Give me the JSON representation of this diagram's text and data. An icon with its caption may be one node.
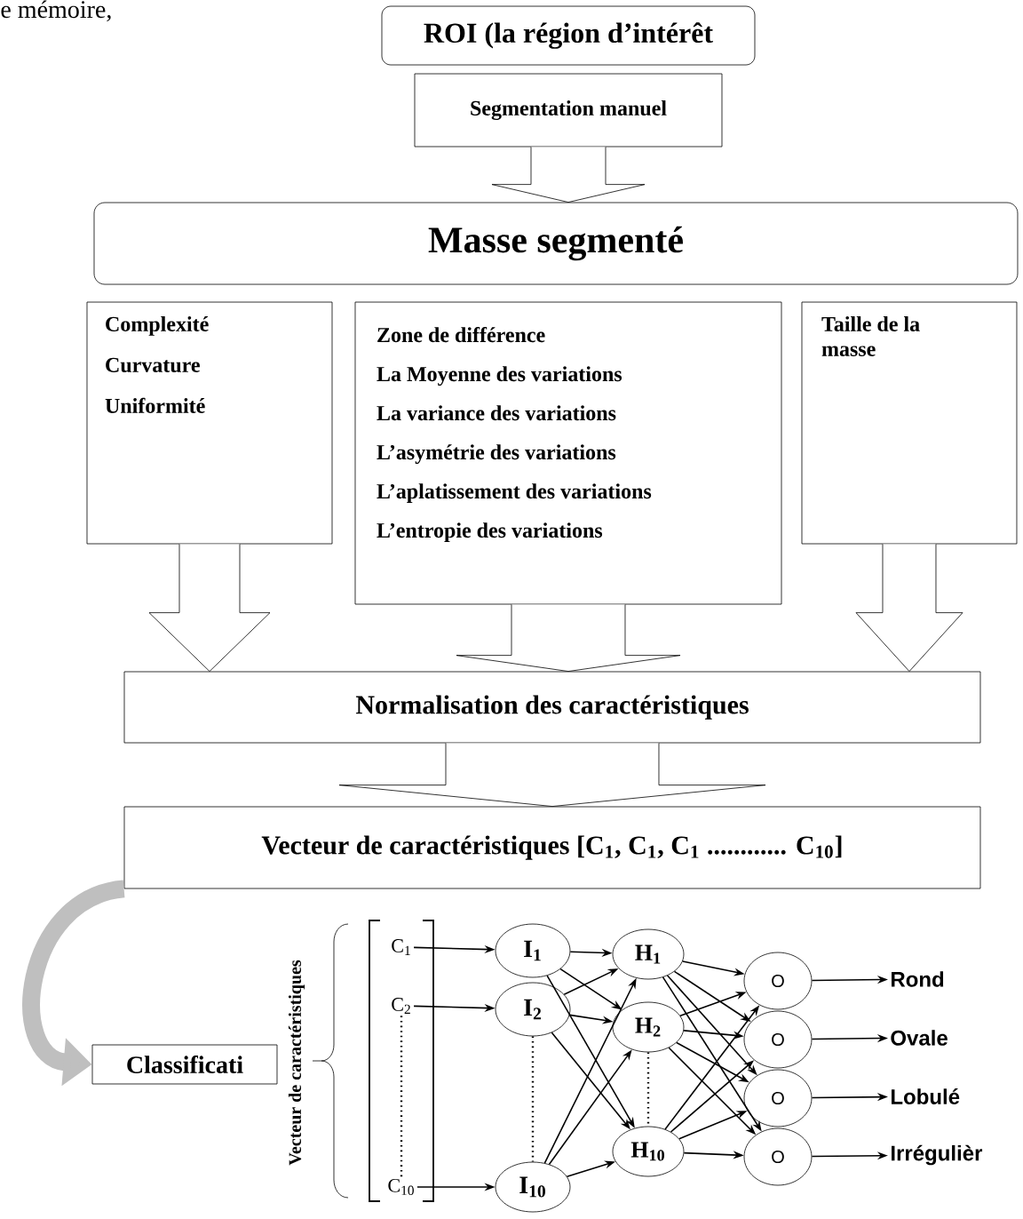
{
  "diagram": {
    "nodes": [
      {
        "text": [
          "ROI (la région d’intérêt"
        ]
      },
      {
        "text": [
          "Segmentation manuel"
        ]
      },
      {
        "text": [
          "Masse segmenté"
        ]
      },
      {
        "text": [
          "Complexité",
          "Curvature",
          "Uniformité"
        ]
      },
      {
        "text": [
          "Zone de différence",
          "La Moyenne des variations",
          "La variance des variations",
          "L’asymétrie des variations",
          "L’aplatissement des variations",
          "L’entropie des variations"
        ]
      },
      {
        "text": [
          "Taille de la masse"
        ]
      },
      {
        "text": [
          "Normalisation des caractéristiques"
        ]
      },
      {
        "text": [
          "Vecteur de caractéristiques [C$_{1}$, C$_{1}$, C$_{1}$ ............ C$_{10}$]"
        ]
      },
      {
        "text": [
          "Classificati"
        ]
      },
      {
        "text": [
          "C$_{1}$"
        ]
      },
      {
        "text": [
          "C$_{2}$"
        ]
      },
      {
        "text": [
          "C$_{10}$"
        ]
      },
      {
        "text": [
          "I$_{1}$"
        ]
      },
      {
        "text": [
          "I$_{2}$"
        ]
      },
      {
        "text": [
          "I$_{10}$"
        ]
      },
      {
        "text": [
          "H$_{1}$"
        ]
      },
      {
        "text": [
          "H$_{2}$"
        ]
      },
      {
        "text": [
          "H$_{10}$"
        ]
      },
      {
        "text": [
          "O"
        ]
      },
      {
        "text": [
          "O"
        ]
      },
      {
        "text": [
          "O"
        ]
      },
      {
        "text": [
          "O"
        ]
      },
      {
        "text": [
          "Rond"
        ]
      },
      {
        "text": [
          "Ovale"
        ]
      },
      {
        "text": [
          "Lobulé"
        ]
      },
      {
        "text": [
          "Irrégulièr"
        ]
      }
    ],
    "edges": [
      {
        "from": 1,
        "to": 2,
        "arrow": "to"
      },
      {
        "from": 3,
        "to": 6,
        "arrow": "to"
      },
      {
        "from": 4,
        "to": 6,
        "arrow": "to"
      },
      {
        "from": 5,
        "to": 6,
        "arrow": "to"
      },
      {
        "from": 6,
        "to": 7,
        "arrow": "to"
      },
      {
        "from": 7,
        "to": 8,
        "arrow": "to",
        "style": "thick",
        "color": "#bfbfbf"
      },
      {
        "from": 9,
        "to": 12,
        "arrow": "to"
      },
      {
        "from": 10,
        "to": 13,
        "arrow": "to"
      },
      {
        "from": 11,
        "to": 14,
        "arrow": "to"
      },
      {
        "from": 12,
        "to": 15,
        "arrow": "to"
      },
      {
        "from": 12,
        "to": 16,
        "arrow": "to"
      },
      {
        "from": 12,
        "to": 17,
        "arrow": "to"
      },
      {
        "from": 13,
        "to": 15,
        "arrow": "to"
      },
      {
        "from": 13,
        "to": 16,
        "arrow": "to"
      },
      {
        "from": 13,
        "to": 17,
        "arrow": "to"
      },
      {
        "from": 14,
        "to": 15,
        "arrow": "to"
      },
      {
        "from": 14,
        "to": 16,
        "arrow": "to"
      },
      {
        "from": 14,
        "to": 17,
        "arrow": "to"
      },
      {
        "from": 15,
        "to": 18,
        "arrow": "to"
      },
      {
        "from": 15,
        "to": 19,
        "arrow": "to"
      },
      {
        "from": 15,
        "to": 20,
        "arrow": "to"
      },
      {
        "from": 15,
        "to": 21,
        "arrow": "to"
      },
      {
        "from": 16,
        "to": 18,
        "arrow": "to"
      },
      {
        "from": 16,
        "to": 19,
        "arrow": "to"
      },
      {
        "from": 16,
        "to": 20,
        "arrow": "to"
      },
      {
        "from": 16,
        "to": 21,
        "arrow": "to"
      },
      {
        "from": 17,
        "to": 18,
        "arrow": "to"
      },
      {
        "from": 17,
        "to": 19,
        "arrow": "to"
      },
      {
        "from": 17,
        "to": 20,
        "arrow": "to"
      },
      {
        "from": 17,
        "to": 21,
        "arrow": "to"
      },
      {
        "from": 18,
        "to": 22,
        "arrow": "to"
      },
      {
        "from": 19,
        "to": 23,
        "arrow": "to"
      },
      {
        "from": 20,
        "to": 24,
        "arrow": "to"
      },
      {
        "from": 21,
        "to": 25,
        "arrow": "to"
      },
      {
        "from": 10,
        "to": 11,
        "arrow": "none",
        "style": "dashed"
      },
      {
        "from": 13,
        "to": 14,
        "arrow": "none",
        "style": "dashed"
      },
      {
        "from": 16,
        "to": 17,
        "arrow": "none",
        "style": "dashed"
      }
    ],
    "labels": [
      "e mémoire,",
      "Vecteur de caractéristiques"
    ]
  }
}
